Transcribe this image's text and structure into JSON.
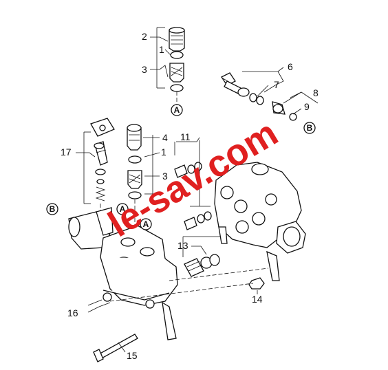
{
  "callouts": {
    "c1a": "1",
    "c1b": "1",
    "c2": "2",
    "c3a": "3",
    "c3b": "3",
    "c4": "4",
    "c6": "6",
    "c7": "7",
    "c8": "8",
    "c9": "9",
    "c11": "11",
    "c13": "13",
    "c14": "14",
    "c15": "15",
    "c16": "16",
    "c17": "17"
  },
  "connectors": {
    "a1": "A",
    "a2": "A",
    "a3": "A",
    "b1": "B",
    "b2": "B"
  },
  "watermark": {
    "text": "le-sav.com",
    "color": "#e02020"
  }
}
